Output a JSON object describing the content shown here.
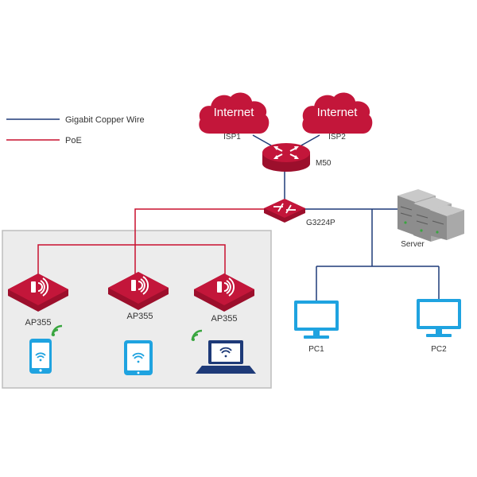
{
  "legend": {
    "copper_label": "Gigabit Copper Wire",
    "poe_label": "PoE"
  },
  "colors": {
    "copper": "#1e3a78",
    "poe": "#c8102e",
    "device_red": "#c3163a",
    "screen_blue": "#1fa3e0",
    "wifi_green": "#3aa640",
    "panel_bg": "#ececec",
    "panel_border": "#bdbdbd"
  },
  "nodes": {
    "isp1_cloud_text": "Internet",
    "isp2_cloud_text": "Internet",
    "isp1_label": "ISP1",
    "isp2_label": "ISP2",
    "router_label": "M50",
    "switch_label": "G3224P",
    "server_label": "Server",
    "ap1_label": "AP355",
    "ap2_label": "AP355",
    "ap3_label": "AP355",
    "pc1_label": "PC1",
    "pc2_label": "PC2"
  },
  "icons": {
    "router": "router-icon",
    "switch": "switch-icon",
    "server": "server-rack-icon",
    "ap": "access-point-icon",
    "phone": "smartphone-icon",
    "tablet": "tablet-icon",
    "laptop": "laptop-icon",
    "pc": "monitor-icon",
    "wifi": "wifi-signal-icon"
  }
}
